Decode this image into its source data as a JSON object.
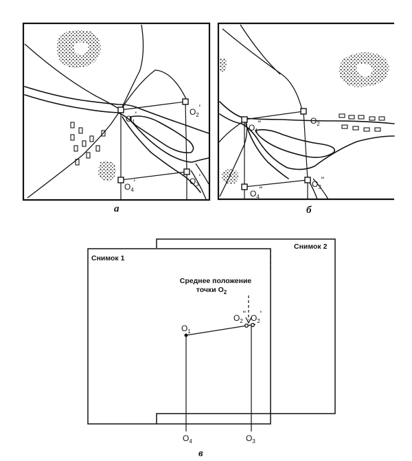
{
  "panels": {
    "a": {
      "caption": "а",
      "points": [
        {
          "id": "o1",
          "label": "O",
          "sub": "1",
          "prime": "'"
        },
        {
          "id": "o2",
          "label": "O",
          "sub": "2",
          "prime": "'"
        },
        {
          "id": "o3",
          "label": "O",
          "sub": "3",
          "prime": "'"
        },
        {
          "id": "o4",
          "label": "O",
          "sub": "4",
          "prime": "'"
        }
      ]
    },
    "b": {
      "caption": "б",
      "points": [
        {
          "id": "o1",
          "label": "O",
          "sub": "1",
          "prime": "\""
        },
        {
          "id": "o2",
          "label": "O",
          "sub": "2",
          "prime": ""
        },
        {
          "id": "o3",
          "label": "O",
          "sub": "3",
          "prime": "\""
        },
        {
          "id": "o4",
          "label": "O",
          "sub": "4",
          "prime": "\""
        }
      ]
    },
    "c": {
      "caption": "в",
      "photo1_label": "Снимок 1",
      "photo2_label": "Снимок 2",
      "mean_note_line1": "Среднее положение",
      "mean_note_line2": "точки O",
      "mean_note_sub": "2",
      "points": {
        "o1": {
          "label": "O",
          "sub": "1"
        },
        "o2dd": {
          "label": "O",
          "sub": "2",
          "prime": "\""
        },
        "o2d": {
          "label": "O",
          "sub": "2",
          "prime": "'"
        },
        "o3": {
          "label": "O",
          "sub": "3"
        },
        "o4": {
          "label": "O",
          "sub": "4"
        }
      }
    }
  }
}
